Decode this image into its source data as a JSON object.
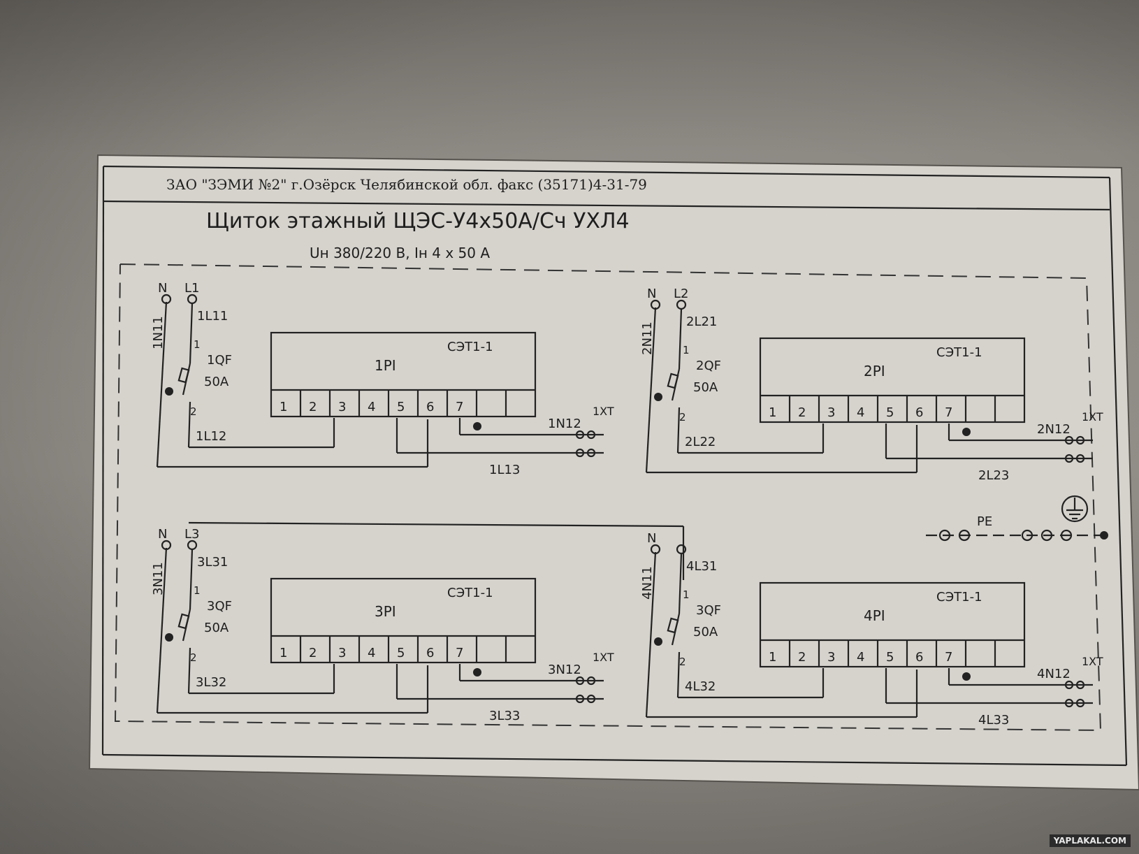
{
  "header": {
    "manufacturer": "ЗАО \"ЗЭМИ №2\" г.Озёрск Челябинской обл. факс (35171)4-31-79",
    "title": "Щиток этажный ЩЭС-У4х50А/Сч  УХЛ4",
    "rating": "Uн 380/220 В, Iн  4 x 50 А"
  },
  "blocks": [
    {
      "n_label": "N",
      "phase": "L1",
      "neutral_wire": "1N11",
      "in_wire": "1L11",
      "breaker": "1QF",
      "current": "50A",
      "pin_in": "1",
      "pin_out": "2",
      "out_wire": "1L12",
      "meter": "1PI",
      "meter_type": "СЭТ1-1",
      "terminals": [
        "1",
        "2",
        "3",
        "4",
        "5",
        "6",
        "7",
        "",
        ""
      ],
      "neutral_out": "1N12",
      "terminal_block": "1XT",
      "load_wire": "1L13"
    },
    {
      "n_label": "N",
      "phase": "L2",
      "neutral_wire": "2N11",
      "in_wire": "2L21",
      "breaker": "2QF",
      "current": "50A",
      "pin_in": "1",
      "pin_out": "2",
      "out_wire": "2L22",
      "meter": "2PI",
      "meter_type": "СЭТ1-1",
      "terminals": [
        "1",
        "2",
        "3",
        "4",
        "5",
        "6",
        "7",
        "",
        ""
      ],
      "neutral_out": "2N12",
      "terminal_block": "1XT",
      "load_wire": "2L23"
    },
    {
      "n_label": "N",
      "phase": "L3",
      "neutral_wire": "3N11",
      "in_wire": "3L31",
      "breaker": "3QF",
      "current": "50A",
      "pin_in": "1",
      "pin_out": "2",
      "out_wire": "3L32",
      "meter": "3PI",
      "meter_type": "СЭТ1-1",
      "terminals": [
        "1",
        "2",
        "3",
        "4",
        "5",
        "6",
        "7",
        "",
        ""
      ],
      "neutral_out": "3N12",
      "terminal_block": "1XT",
      "load_wire": "3L33"
    },
    {
      "n_label": "N",
      "phase": "",
      "neutral_wire": "4N11",
      "in_wire": "4L31",
      "breaker": "3QF",
      "current": "50A",
      "pin_in": "1",
      "pin_out": "2",
      "out_wire": "4L32",
      "meter": "4PI",
      "meter_type": "СЭТ1-1",
      "terminals": [
        "1",
        "2",
        "3",
        "4",
        "5",
        "6",
        "7",
        "",
        ""
      ],
      "neutral_out": "4N12",
      "terminal_block": "1XT",
      "load_wire": "4L33"
    }
  ],
  "pe_label": "PE",
  "watermark": "YAPLAKAL.COM",
  "colors": {
    "label_paper": "#d6d3cd",
    "ink": "#222222",
    "enclosure": "#8a8680"
  }
}
